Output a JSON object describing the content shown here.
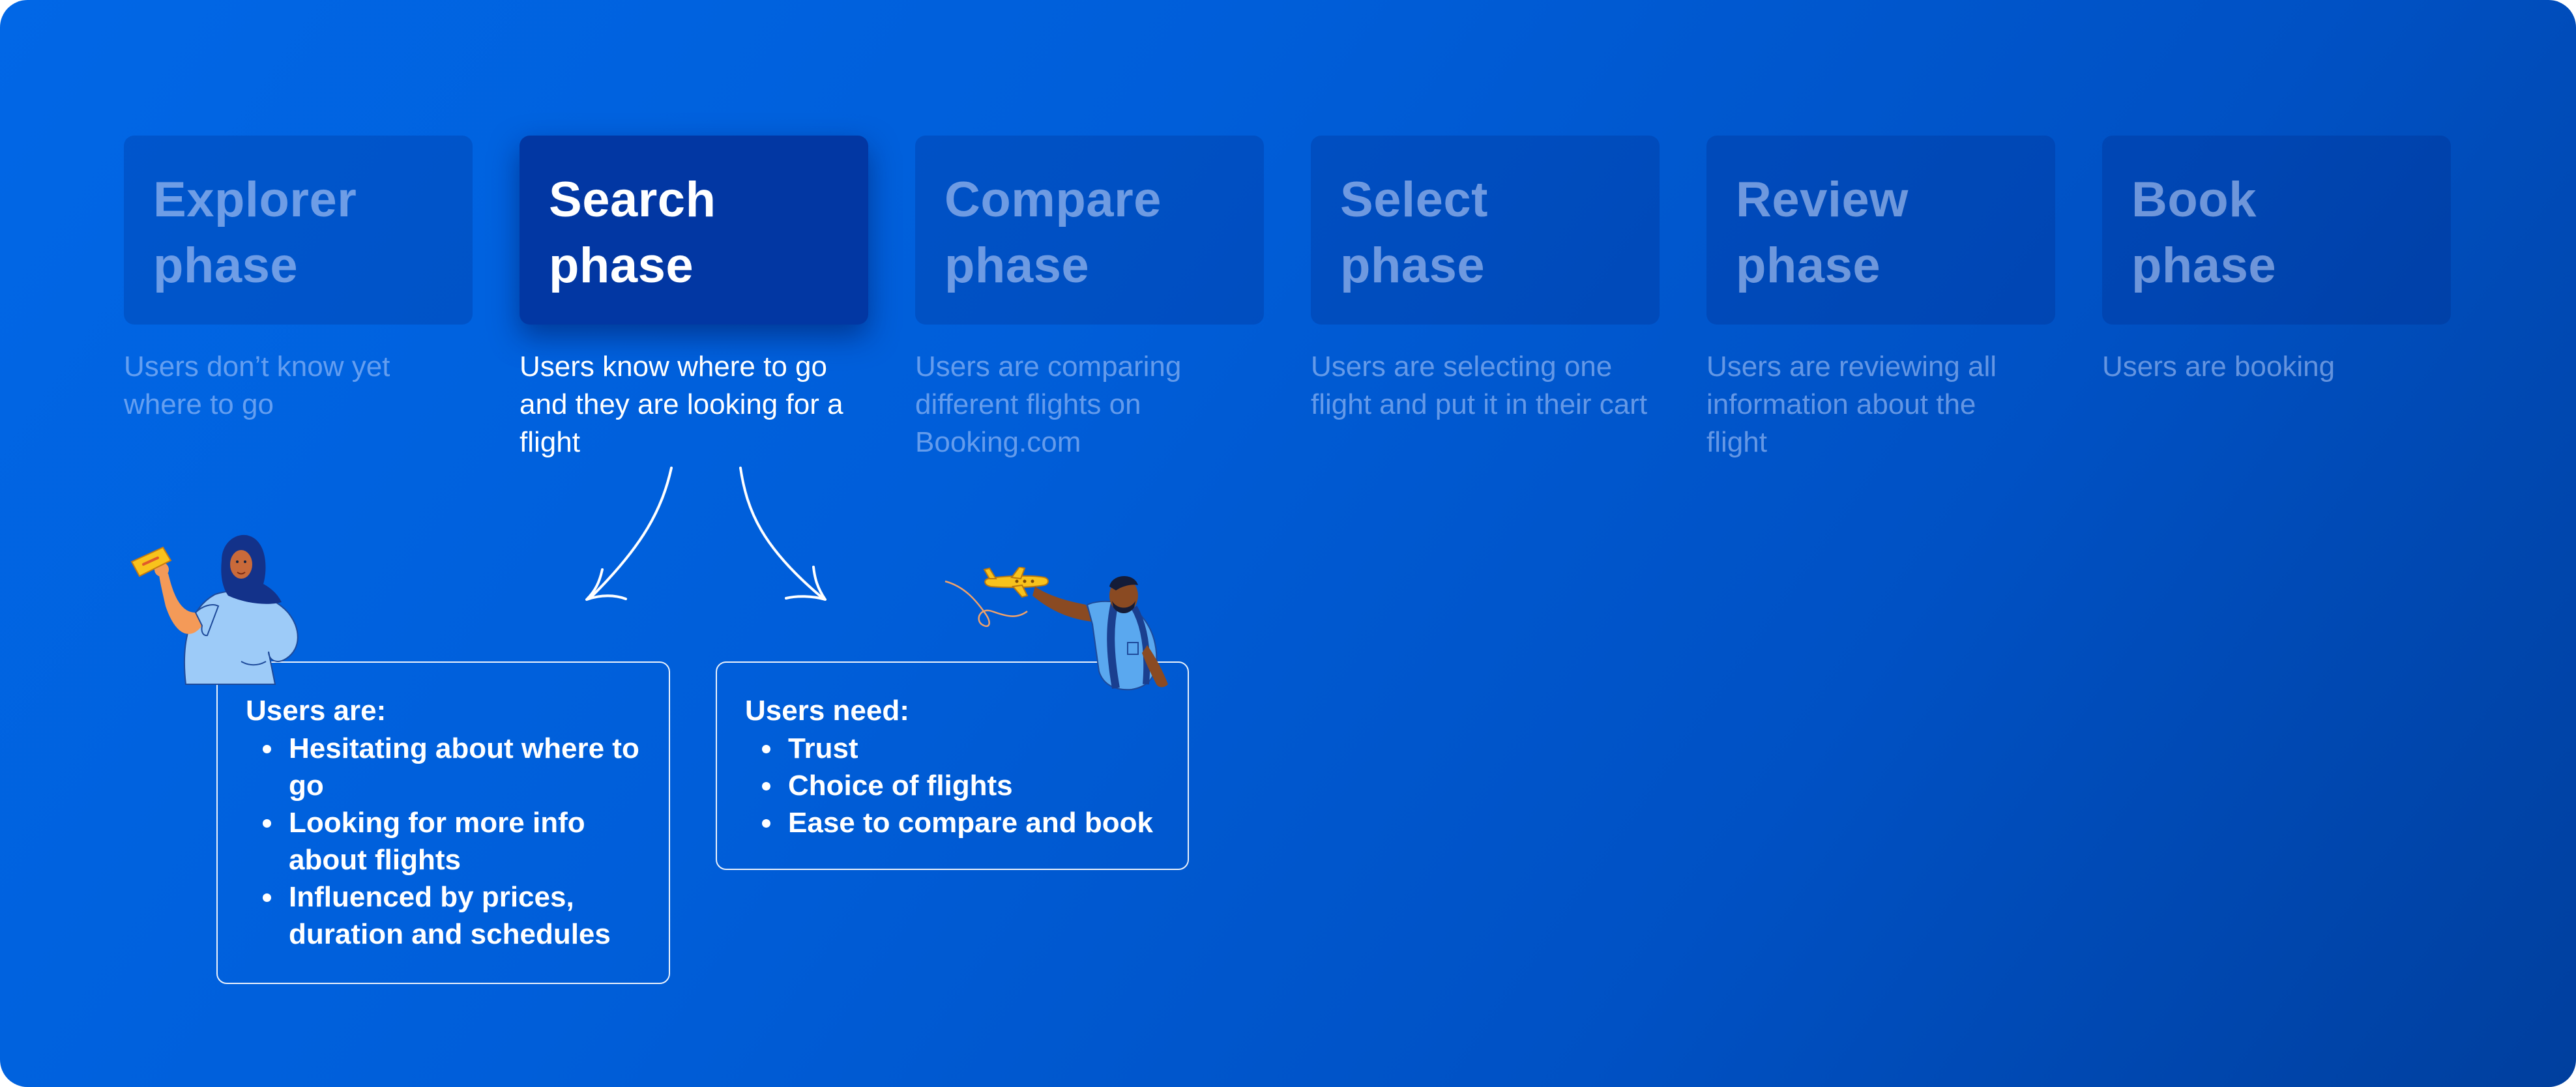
{
  "phases": [
    {
      "title": "Explorer phase",
      "description": "Users don’t know yet where to go",
      "active": false
    },
    {
      "title": "Search phase",
      "description": "Users know where to go and they are looking for a flight",
      "active": true
    },
    {
      "title": "Compare phase",
      "description": "Users are comparing different flights on Booking.com",
      "active": false
    },
    {
      "title": "Select phase",
      "description": "Users are selecting one flight and put it in their cart",
      "active": false
    },
    {
      "title": "Review phase",
      "description": "Users are reviewing all information about the flight",
      "active": false
    },
    {
      "title": "Book phase",
      "description": "Users are booking",
      "active": false
    }
  ],
  "users_are": {
    "heading": "Users are:",
    "items": [
      "Hesitating about where to go",
      "Looking for more info about flights",
      "Influenced by prices, duration and schedules"
    ]
  },
  "users_need": {
    "heading": "Users need:",
    "items": [
      "Trust",
      "Choice of flights",
      "Ease to compare and book"
    ]
  },
  "colors": {
    "background_start": "#0167e6",
    "background_end": "#003f9e",
    "active_card": "#0237a3",
    "accent_yellow": "#f8c21c"
  }
}
